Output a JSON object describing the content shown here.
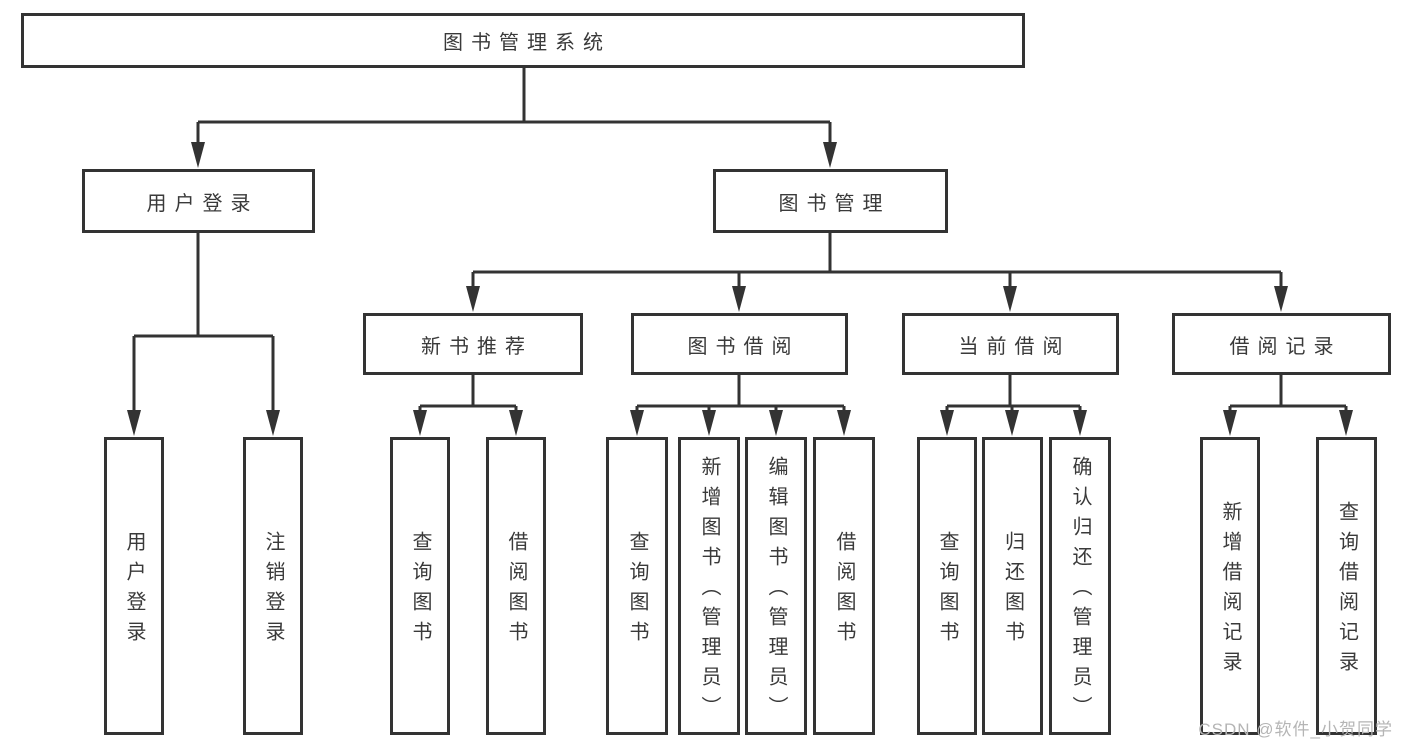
{
  "diagram": {
    "type": "hierarchy-tree",
    "root": "图书管理系统",
    "branches": [
      {
        "label": "用户登录",
        "children": [
          "用户登录",
          "注销登录"
        ]
      },
      {
        "label": "图书管理",
        "children": [
          {
            "label": "新书推荐",
            "children": [
              "查询图书",
              "借阅图书"
            ]
          },
          {
            "label": "图书借阅",
            "children": [
              "查询图书",
              "新增图书（管理员）",
              "编辑图书（管理员）",
              "借阅图书"
            ]
          },
          {
            "label": "当前借阅",
            "children": [
              "查询图书",
              "归还图书",
              "确认归还（管理员）"
            ]
          },
          {
            "label": "借阅记录",
            "children": [
              "新增借阅记录",
              "查询借阅记录"
            ]
          }
        ]
      }
    ]
  },
  "watermark": "CSDN @软件_小贺同学",
  "colors": {
    "line": "#333333",
    "box_border": "#333333",
    "text": "#3a3a3a",
    "watermark": "#b5b5b5",
    "background": "#ffffff"
  }
}
